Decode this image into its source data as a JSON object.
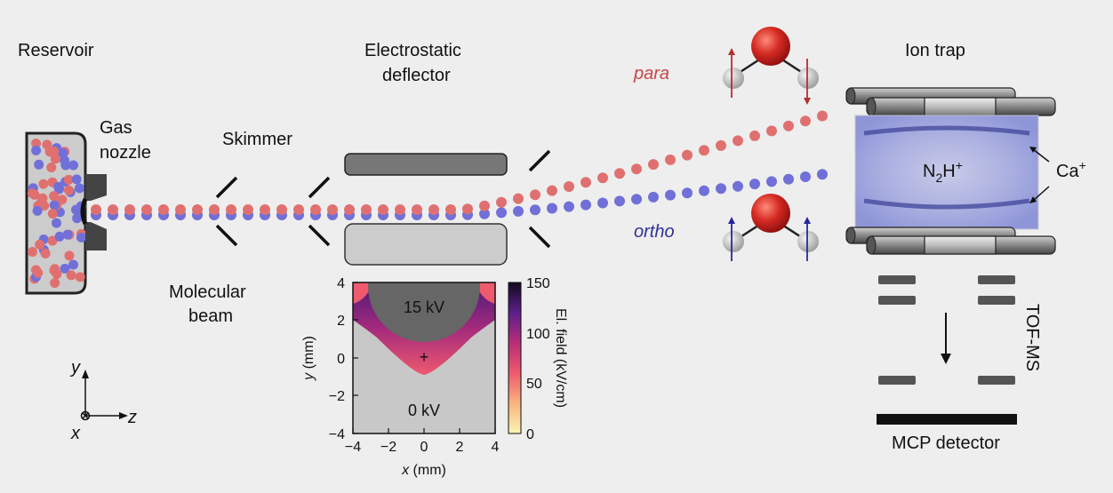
{
  "labels": {
    "reservoir": "Reservoir",
    "gas_nozzle_1": "Gas",
    "gas_nozzle_2": "nozzle",
    "skimmer": "Skimmer",
    "molecular_beam_1": "Molecular",
    "molecular_beam_2": "beam",
    "deflector_1": "Electrostatic",
    "deflector_2": "deflector",
    "para": "para",
    "ortho": "ortho",
    "ion_trap": "Ion trap",
    "ion_main": "N",
    "ion_sub": "2",
    "ion_tail": "H",
    "ion_sup": "+",
    "ca": "Ca",
    "ca_sup": "+",
    "tof": "TOF-MS",
    "mcp": "MCP detector",
    "axis_y": "y",
    "axis_z": "z",
    "axis_x": "x"
  },
  "inset": {
    "label_15kv": "15 kV",
    "label_0kv": "0 kV",
    "xlabel_var": "x",
    "xlabel_unit": " (mm)",
    "ylabel_var": "y",
    "ylabel_unit": " (mm)",
    "colorbar_label": "El. field (kV/cm)",
    "x_ticks": [
      "−4",
      "−2",
      "0",
      "2",
      "4"
    ],
    "y_ticks": [
      "4",
      "2",
      "0",
      "−2",
      "−4"
    ],
    "cbar_ticks": [
      "150",
      "100",
      "50",
      "0"
    ],
    "marker": "+",
    "xlim": [
      -4,
      4
    ],
    "ylim": [
      -4,
      4
    ],
    "cbar_range": [
      0,
      150
    ]
  },
  "colors": {
    "para": "#d44a4a",
    "ortho": "#3a3aa8",
    "beam_red": "#e07070",
    "beam_blue": "#7070d8",
    "oxygen": "#cc2222",
    "hydrogen": "#b9b9b9"
  }
}
